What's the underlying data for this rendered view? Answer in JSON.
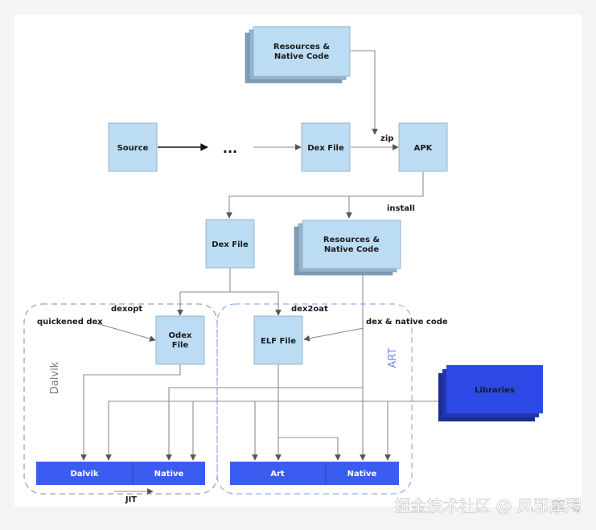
{
  "nodes": {
    "resources_top_line1": "Resources &",
    "resources_top_line2": "Native Code",
    "source": "Source",
    "ellipsis": "...",
    "dex_file_top": "Dex File",
    "apk": "APK",
    "dex_file_mid": "Dex File",
    "resources_mid_line1": "Resources &",
    "resources_mid_line2": "Native Code",
    "odex_line1": "Odex",
    "odex_line2": "File",
    "elf_file": "ELF File",
    "libraries": "Libraries",
    "dalvik_bar_left": "Dalvik",
    "dalvik_bar_right": "Native",
    "art_bar_left": "Art",
    "art_bar_right": "Native"
  },
  "edge_labels": {
    "zip": "zip",
    "install": "install",
    "dexopt": "dexopt",
    "dex2oat": "dex2oat",
    "quickened_dex": "quickened dex",
    "dex_native_code": "dex & native code",
    "jit": "JIT"
  },
  "regions": {
    "dalvik": "Dalvik",
    "art": "ART"
  },
  "watermark": "掘金技术社区 @ 凤邪摩羯",
  "colors": {
    "box_fill": "#bcdcf4",
    "box_shadow": "#7f9db6",
    "bar_fill": "#3b5cf0",
    "libraries_fill": "#2c49e6",
    "libraries_shadow": "#1b2d8f",
    "line": "#8c8c8c",
    "region_dalvik": "#8a8a8a",
    "region_art": "#7f9bf0",
    "canvas": "#ffffff"
  }
}
